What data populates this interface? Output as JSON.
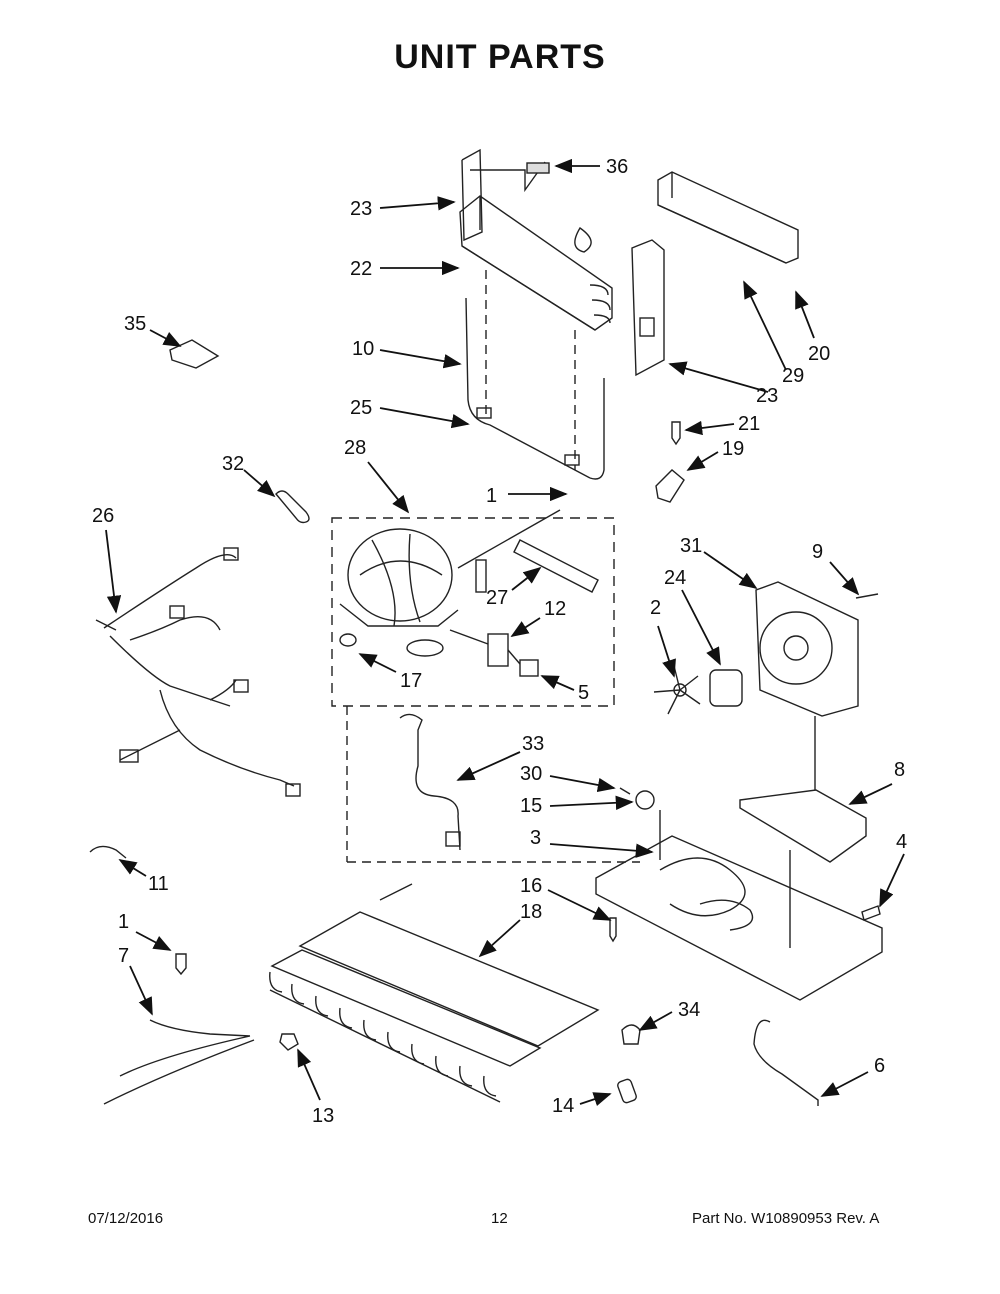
{
  "title": "UNIT  PARTS",
  "callouts": [
    "36",
    "23",
    "22",
    "10",
    "25",
    "28",
    "1",
    "27",
    "12",
    "17",
    "5",
    "33",
    "30",
    "15",
    "3",
    "16",
    "18",
    "13",
    "14",
    "34",
    "6",
    "4",
    "8",
    "2",
    "24",
    "31",
    "9",
    "21",
    "19",
    "23",
    "29",
    "20",
    "35",
    "32",
    "26",
    "11",
    "1",
    "7"
  ],
  "footer": {
    "date": "07/12/2016",
    "page": "12",
    "part": "Part No.  W10890953  Rev.  A"
  }
}
